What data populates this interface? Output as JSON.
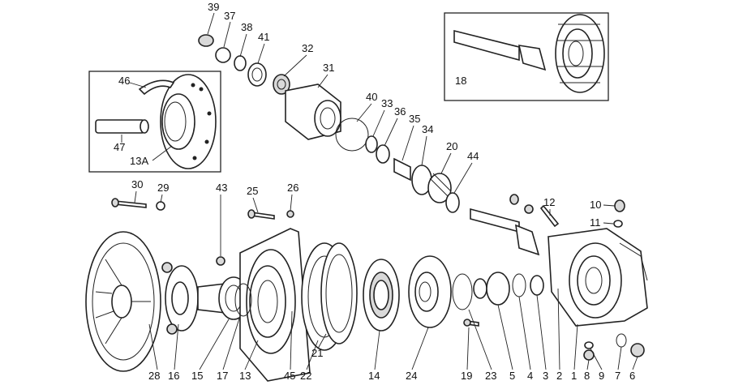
{
  "callouts": {
    "c39": "39",
    "c37": "37",
    "c38": "38",
    "c41": "41",
    "c32": "32",
    "c31": "31",
    "c40": "40",
    "c33": "33",
    "c36": "36",
    "c35": "35",
    "c34": "34",
    "c20": "20",
    "c44": "44",
    "c46": "46",
    "c47": "47",
    "c13A": "13A",
    "c18": "18",
    "c30": "30",
    "c29": "29",
    "c43": "43",
    "c25": "25",
    "c26": "26",
    "c12": "12",
    "c10": "10",
    "c11": "11",
    "c28": "28",
    "c16": "16",
    "c15": "15",
    "c17": "17",
    "c13": "13",
    "c45": "45",
    "c22": "22",
    "c21": "21",
    "c14": "14",
    "c24": "24",
    "c19": "19",
    "c23": "23",
    "c5": "5",
    "c4": "4",
    "c3": "3",
    "c2": "2",
    "c1": "1",
    "c8": "8",
    "c9": "9",
    "c7": "7",
    "c6": "6"
  }
}
